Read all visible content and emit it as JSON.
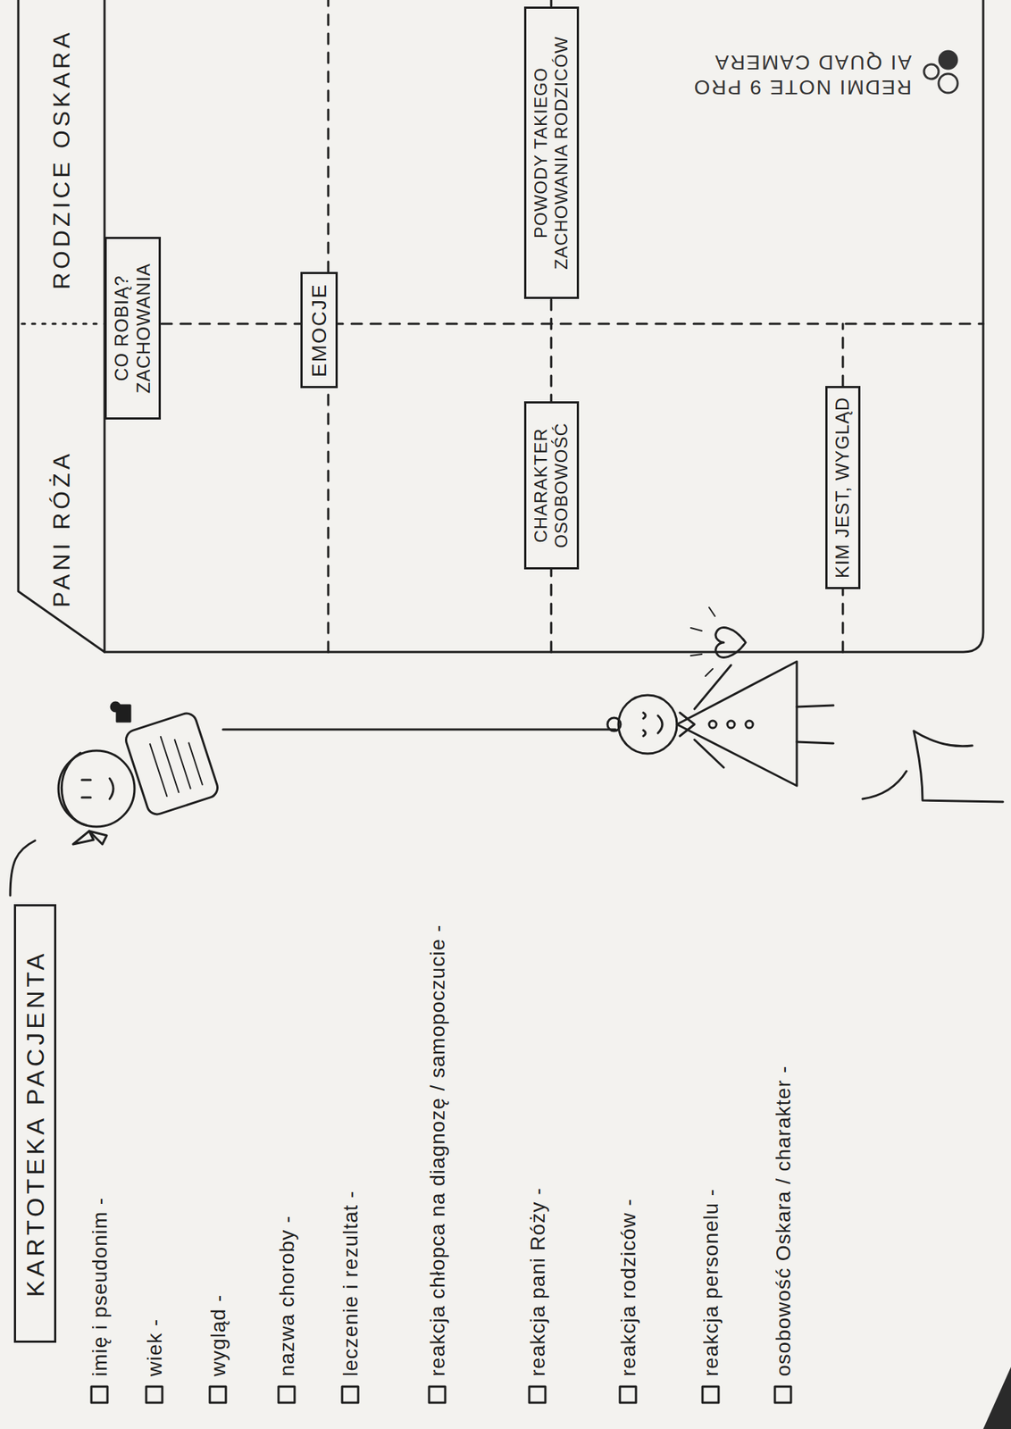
{
  "diagram": {
    "nodes": [
      {
        "text": [
          "KARTOTEKA PACJENTA"
        ]
      },
      {
        "text": [
          "CO ROBIĄ? ZACHOWANIA"
        ]
      },
      {
        "text": [
          "EMOCJE"
        ]
      },
      {
        "text": [
          "CHARAKTER OSOBOWOŚĆ"
        ]
      },
      {
        "text": [
          "POWODY TAKIEGO ZACHOWANIA RODZICÓW"
        ]
      },
      {
        "text": [
          "KIM JEST, WYGLĄD"
        ]
      }
    ],
    "labels": [
      "PANI RÓŻA",
      "RODZICE OSKARA",
      "imię i pseudonim -",
      "wiek -",
      "wygląd -",
      "nazwa choroby -",
      "leczenie i rezultat -",
      "reakcja chłopca na diagnozę / samopoczucie -",
      "reakcja pani Róży -",
      "reakcja rodziców -",
      "reakcja personelu -",
      "osobowość Oskara / charakter -",
      "REDMI NOTE 9 PRO",
      "AI QUAD CAMERA"
    ]
  }
}
